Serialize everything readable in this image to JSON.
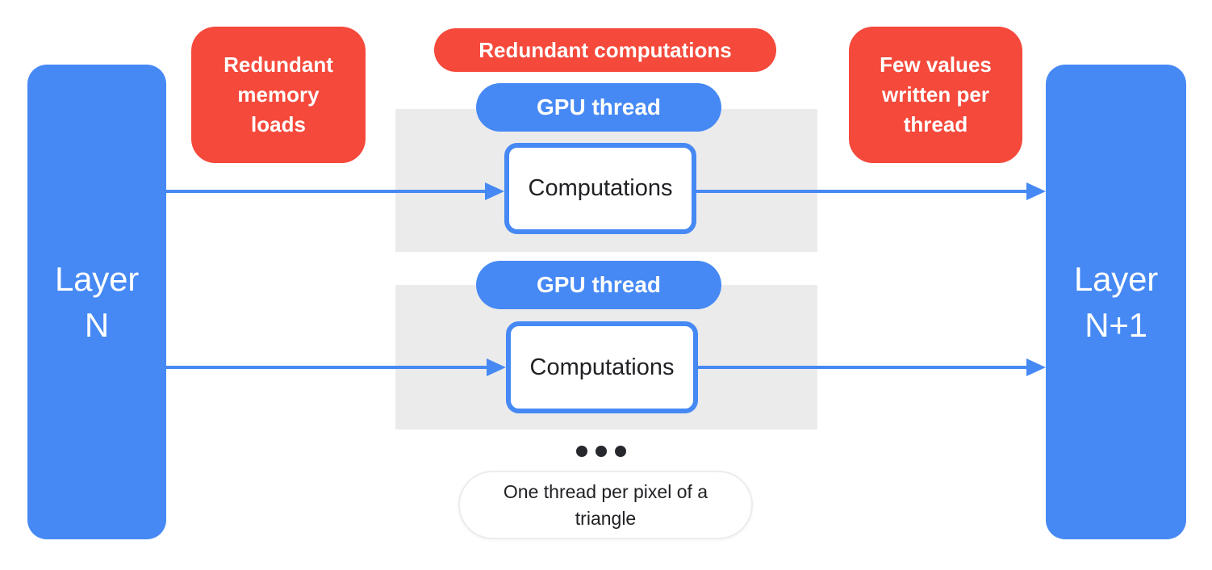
{
  "colors": {
    "blue": "#4689F4",
    "red": "#F4493B",
    "panel_gray": "#EBEBEB",
    "text_dark": "#202124",
    "pill_border": "#ECECEC",
    "white": "#FFFFFF"
  },
  "layers": {
    "left": {
      "line1": "Layer",
      "line2": "N"
    },
    "right": {
      "line1": "Layer",
      "line2": "N+1"
    }
  },
  "annotations": {
    "memory_loads": "Redundant memory loads",
    "computations": "Redundant computations",
    "few_values": "Few values written per thread"
  },
  "thread_groups": [
    {
      "gpu_label": "GPU thread",
      "computation_label": "Computations"
    },
    {
      "gpu_label": "GPU thread",
      "computation_label": "Computations"
    }
  ],
  "footnote": "One thread per pixel of a triangle"
}
